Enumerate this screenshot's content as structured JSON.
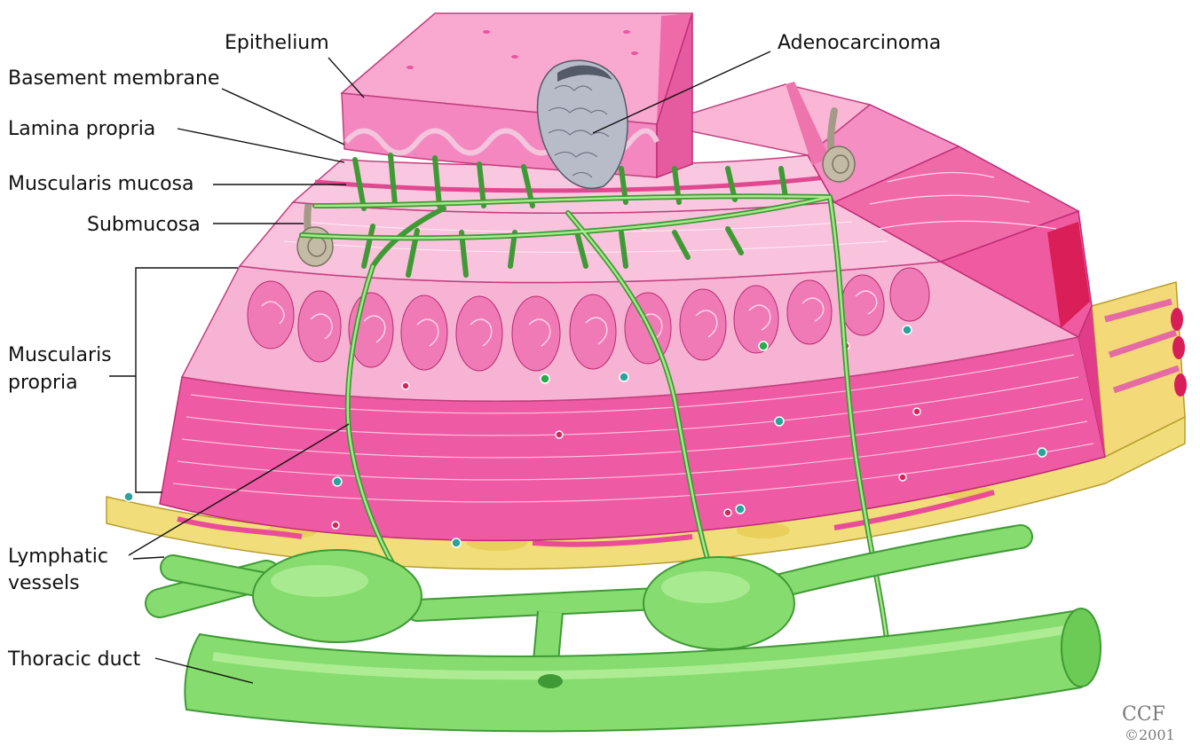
{
  "labels": {
    "epithelium": "Epithelium",
    "adenocarcinoma": "Adenocarcinoma",
    "basement_membrane": "Basement membrane",
    "lamina_propria": "Lamina propria",
    "muscularis_mucosa": "Muscularis mucosa",
    "submucosa": "Submucosa",
    "muscularis_propria_line1": "Muscularis",
    "muscularis_propria_line2": "propria",
    "lymphatic_vessels_line1": "Lymphatic",
    "lymphatic_vessels_line2": "vessels",
    "thoracic_duct": "Thoracic duct"
  },
  "credit": {
    "line1": "CCF",
    "line2": "©2001"
  },
  "colors": {
    "tissue_pink": "#f178b6",
    "tissue_light_pink": "#f9bfdc",
    "muscle_hot_pink": "#ea4c98",
    "fat_yellow": "#f1de7a",
    "lymph_green": "#86dc6e",
    "lymph_dark_green": "#3f9a35",
    "tumor_gray": "#b8bcc8"
  }
}
